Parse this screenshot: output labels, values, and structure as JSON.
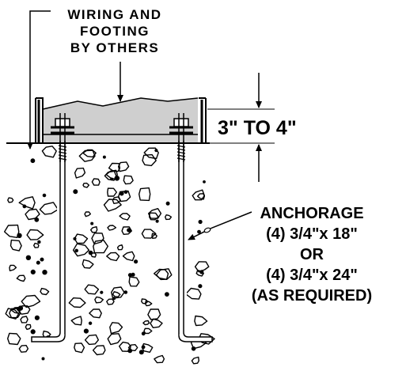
{
  "labels": {
    "wiring_line1": "WIRING AND",
    "wiring_line2": "FOOTING",
    "wiring_line3": "BY OTHERS",
    "dimension": "3\" TO 4\"",
    "anchor_line1": "ANCHORAGE",
    "anchor_line2": "(4) 3/4\"x 18\"",
    "anchor_line3": "OR",
    "anchor_line4": "(4) 3/4\"x 24\"",
    "anchor_line5": "(AS REQUIRED)"
  },
  "colors": {
    "ink": "#000000",
    "grout_fill": "#cfcfcf",
    "paper": "#ffffff"
  }
}
